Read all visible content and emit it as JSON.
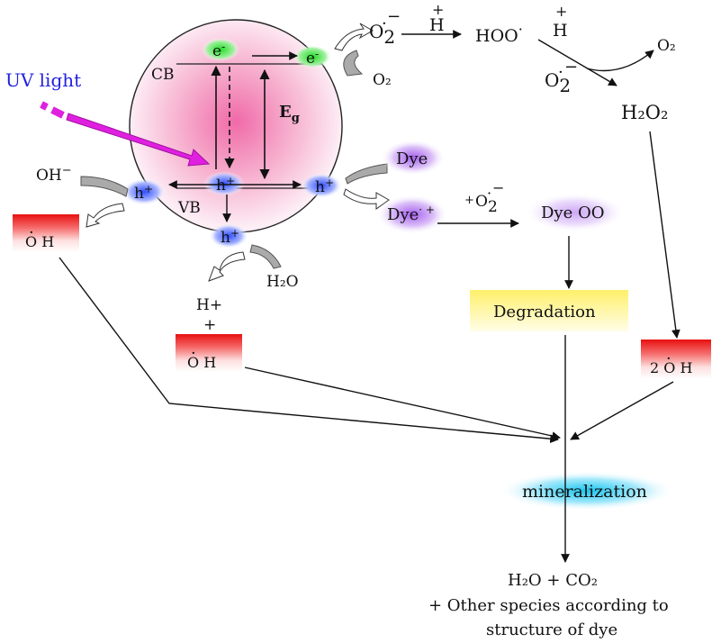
{
  "labels": {
    "uv_light": "UV  light",
    "cb": "CB",
    "vb": "VB",
    "electron": "e",
    "electron_sup": "-",
    "hole": "h",
    "hole_sup": "+",
    "eg": "E",
    "eg_sub": "g",
    "oh_minus": "OH",
    "oh_minus_sup": "−",
    "oh_radical": "O H",
    "oh_radical_dot": "·",
    "h2o_text": "H₂O",
    "h_plus": "H+",
    "plus": "+",
    "two_oh": "2 O H",
    "o2_right": "O₂",
    "o2_top": "O₂",
    "superoxide_o": "O",
    "superoxide_2": "2",
    "superoxide_dot": "·",
    "superoxide_minus": "−",
    "h_plus_top": "+",
    "h_top": "H",
    "hoo": "HOO",
    "hoo_dot": "·",
    "h_plus_top2": "+",
    "h_top2": "H",
    "superoxide2_o": "O",
    "superoxide2_2": "2",
    "superoxide2_dot": "·",
    "superoxide2_minus": "−",
    "h2o2": "H₂O₂",
    "dye": "Dye",
    "dye_radical": "Dye",
    "dye_radical_sup": "· +",
    "plus_o2_prefix": "+",
    "plus_o2_o": "O",
    "plus_o2_2": "2",
    "plus_o2_dot": "·",
    "plus_o2_minus": "−",
    "dye_oo": "Dye OO",
    "degradation": "Degradation",
    "mineralization": "mineralization",
    "products_line1": "H₂O + CO₂",
    "products_line2": "+ Other species according to",
    "products_line3": "structure of dye"
  },
  "colors": {
    "uv_text": "#2222dd",
    "uv_arrow": "#e020e0",
    "electron_box": "#33dd33",
    "hole_box": "#3355ff",
    "dye_glow": "#b070f0",
    "oh_red": "#ee2222",
    "degradation_yellow": "#fff27a",
    "mineral_cyan": "#22ccf0",
    "particle_pink": "#f080b0"
  }
}
